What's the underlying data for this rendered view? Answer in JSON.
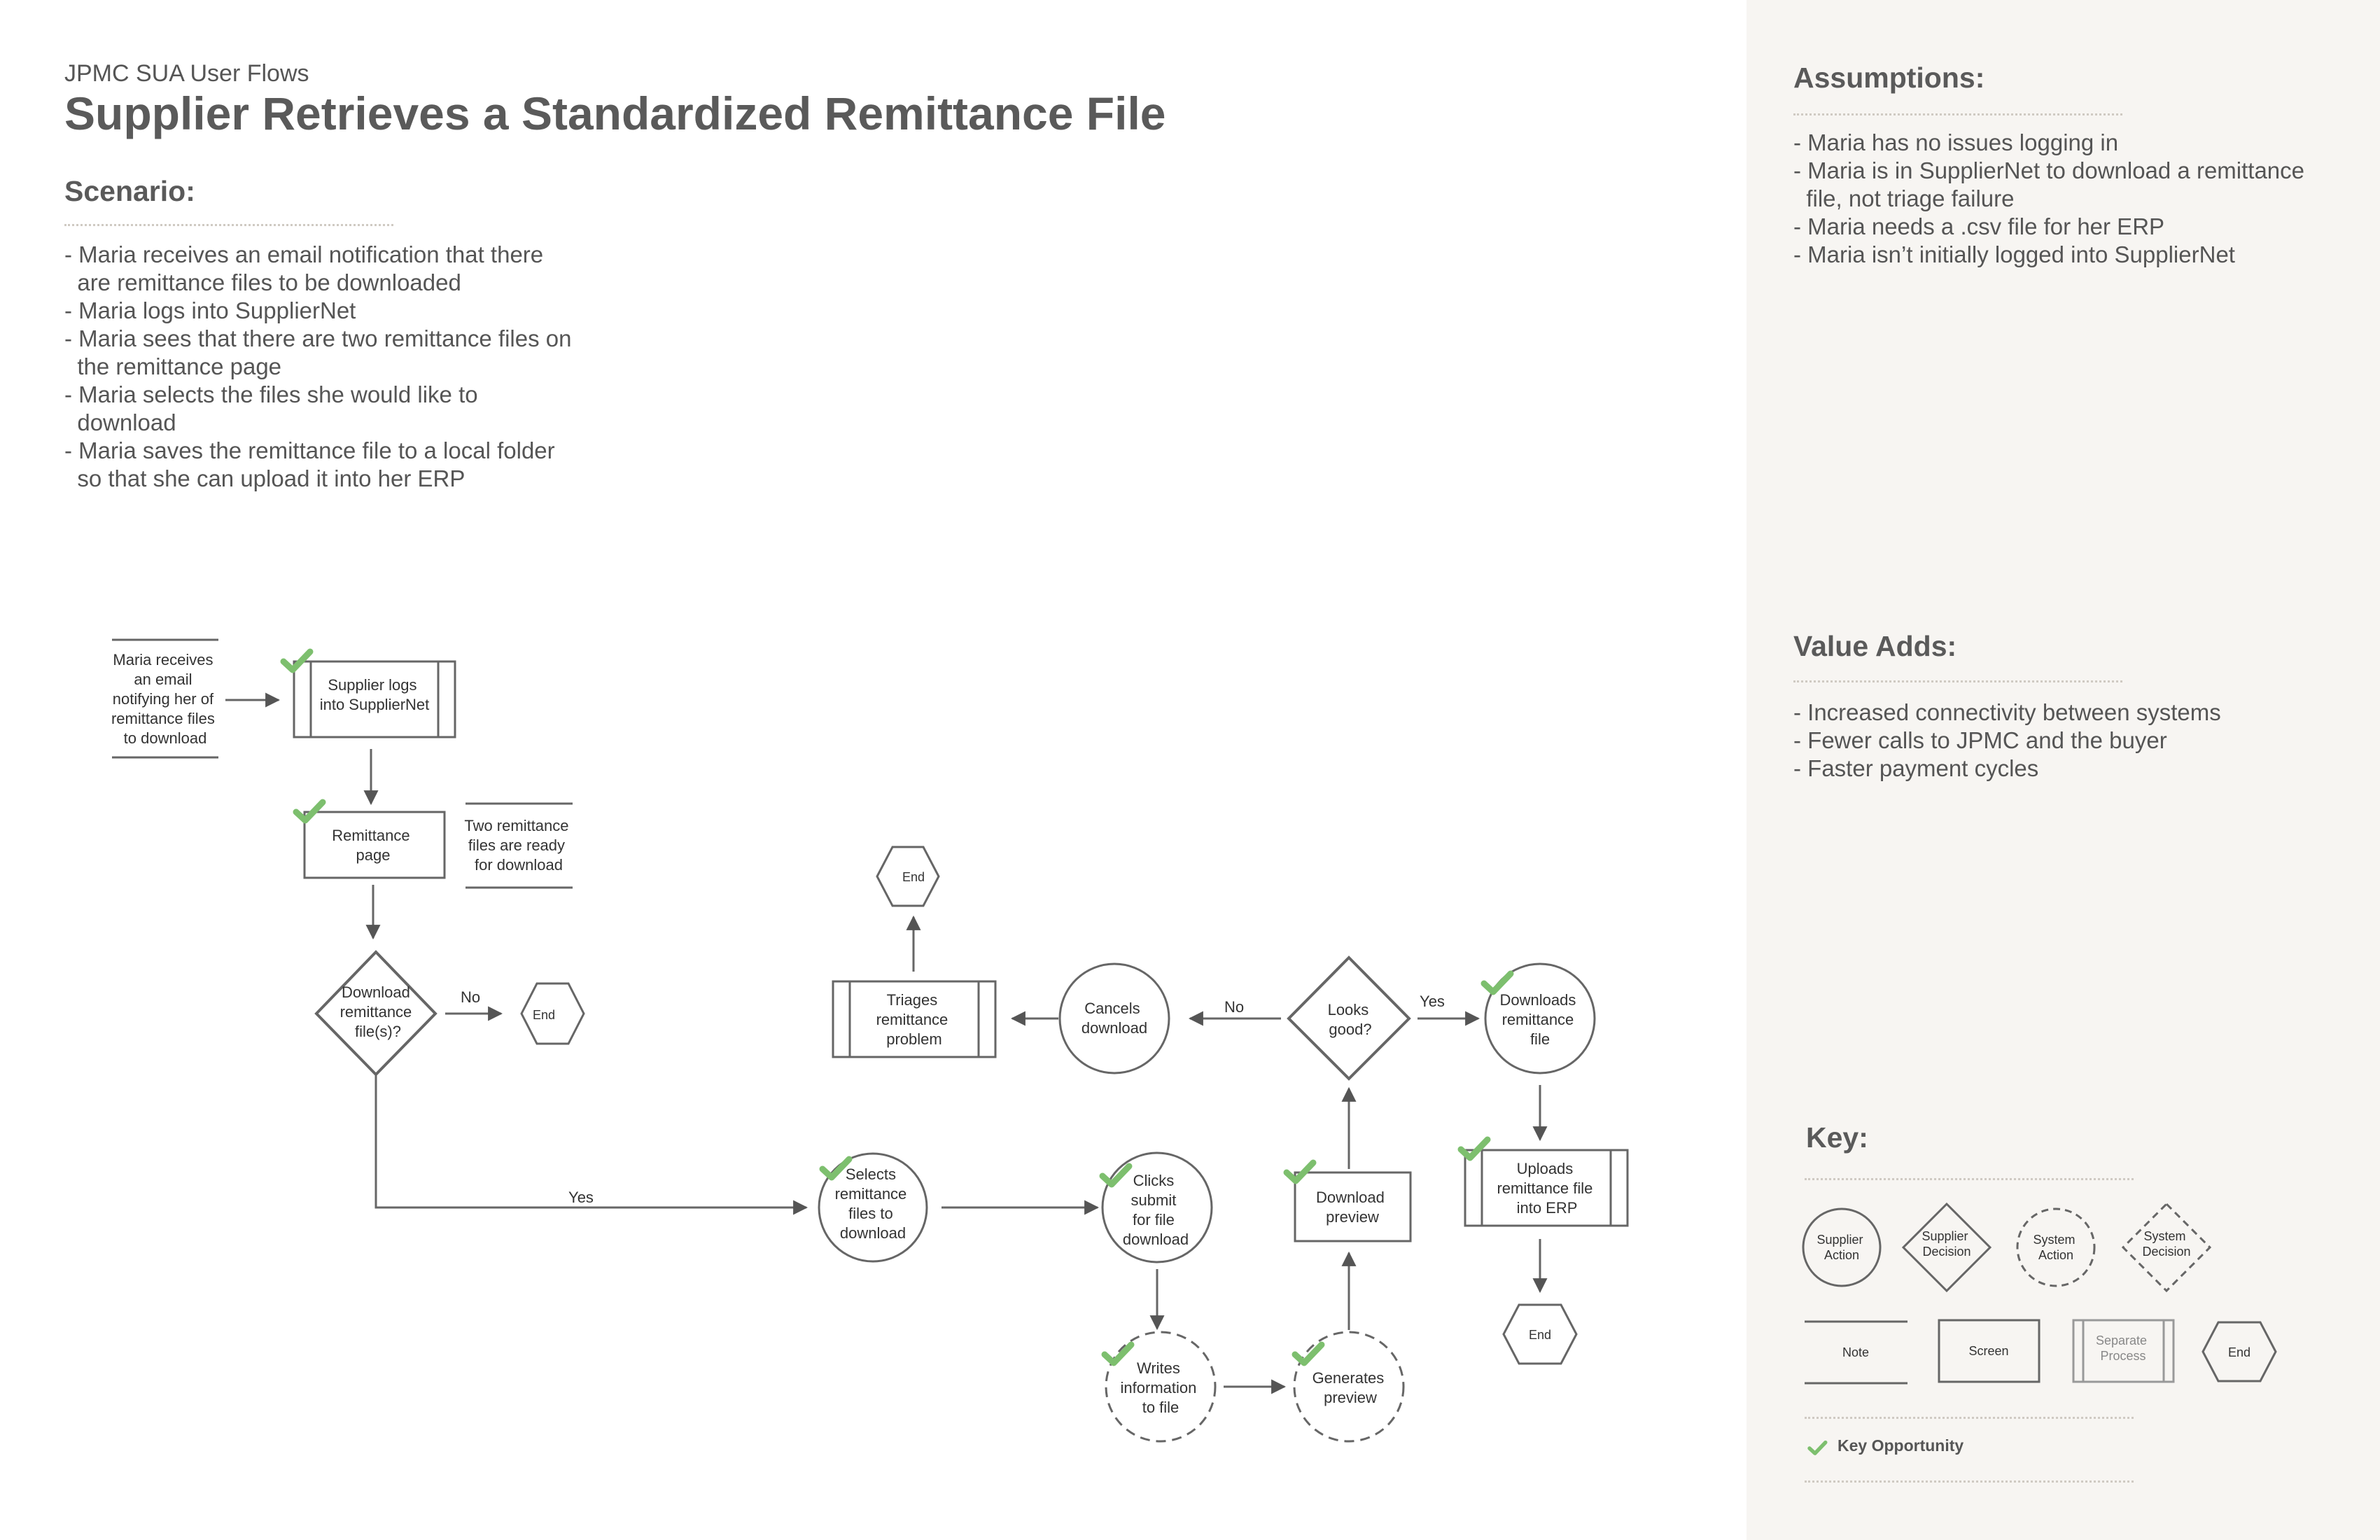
{
  "header": {
    "subtitle": "JPMC SUA User Flows",
    "title": "Supplier Retrieves a Standardized Remittance File"
  },
  "scenario": {
    "heading": "Scenario:",
    "items": [
      "- Maria receives an email notification that there\n  are remittance files to be downloaded",
      "- Maria logs into SupplierNet",
      "- Maria sees that there are two remittance files on\n  the remittance page",
      "- Maria selects the files she would like to\n  download",
      "- Maria saves the remittance file to a local folder\n  so that she can upload it into her ERP"
    ]
  },
  "assumptions": {
    "heading": "Assumptions:",
    "items": [
      "- Maria has no issues logging in",
      "- Maria is in SupplierNet to download a remittance\n  file, not triage failure",
      "- Maria needs a .csv file for her ERP",
      "- Maria isn’t initially logged into SupplierNet"
    ]
  },
  "value_adds": {
    "heading": "Value Adds:",
    "items": [
      "- Increased connectivity between systems",
      "- Fewer calls to JPMC and the buyer",
      "- Faster payment cycles"
    ]
  },
  "flow": {
    "note_email": [
      "Maria receives",
      "an email",
      "notifying her of",
      "remittance files",
      "to download"
    ],
    "supplier_logs": [
      "Supplier logs",
      "into SupplierNet"
    ],
    "remittance_page": [
      "Remittance",
      "page"
    ],
    "note_two_files": [
      "Two remittance",
      "files are ready",
      "for download"
    ],
    "decision_download": [
      "Download",
      "remittance",
      "file(s)?"
    ],
    "no_label_1": "No",
    "end_1": "End",
    "yes_label_1": "Yes",
    "selects_files": [
      "Selects",
      "remittance",
      "files to",
      "download"
    ],
    "clicks_submit": [
      "Clicks",
      "submit",
      "for file",
      "download"
    ],
    "writes_info": [
      "Writes",
      "information",
      "to file"
    ],
    "generates_preview": [
      "Generates",
      "preview"
    ],
    "download_preview": [
      "Download",
      "preview"
    ],
    "decision_looks_good": [
      "Looks",
      "good?"
    ],
    "no_label_2": "No",
    "yes_label_2": "Yes",
    "cancels_download": [
      "Cancels",
      "download"
    ],
    "triages_problem": [
      "Triages",
      "remittance",
      "problem"
    ],
    "end_2": "End",
    "downloads_file": [
      "Downloads",
      "remittance",
      "file"
    ],
    "uploads_erp": [
      "Uploads",
      "remittance file",
      "into ERP"
    ],
    "end_3": "End"
  },
  "key": {
    "heading": "Key:",
    "supplier_action": [
      "Supplier",
      "Action"
    ],
    "supplier_decision": [
      "Supplier",
      "Decision"
    ],
    "system_action": [
      "System",
      "Action"
    ],
    "system_decision": [
      "System",
      "Decision"
    ],
    "note": "Note",
    "screen": "Screen",
    "separate_process": [
      "Separate",
      "Process"
    ],
    "end": "End",
    "key_opportunity": "Key Opportunity"
  },
  "colors": {
    "check_green": "#7dbf6e",
    "stroke": "#666666",
    "panel_bg": "#f7f5f2"
  }
}
